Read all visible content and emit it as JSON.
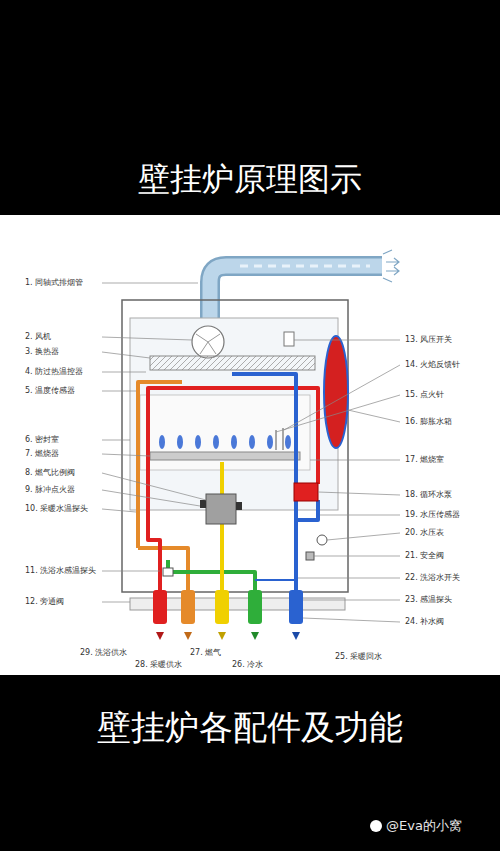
{
  "diagram": {
    "title": "壁挂炉原理图示",
    "caption": "壁挂炉各配件及功能",
    "labels": [
      "1. 同轴式排烟管",
      "2. 风机",
      "3. 换热器",
      "4. 防过热温控器",
      "5. 温度传感器",
      "6. 密封室",
      "7. 燃烧器",
      "8. 燃气比例阀",
      "9. 脉冲点火器",
      "10. 采暖水温探头",
      "11. 洗浴水感温探头",
      "12. 旁通阀",
      "13. 风压开关",
      "14. 火焰反馈针",
      "15. 点火针",
      "16. 膨胀水箱",
      "17. 燃烧室",
      "18. 循环水泵",
      "19. 水压传感器",
      "20. 水压表",
      "21. 安全阀",
      "22. 洗浴水开关",
      "23. 感温探头",
      "24. 补水阀",
      "29. 洗浴供水",
      "28. 采暖供水",
      "27. 燃气",
      "26. 冷水",
      "25. 采暖回水",
      "@Eva的小窝"
    ]
  }
}
